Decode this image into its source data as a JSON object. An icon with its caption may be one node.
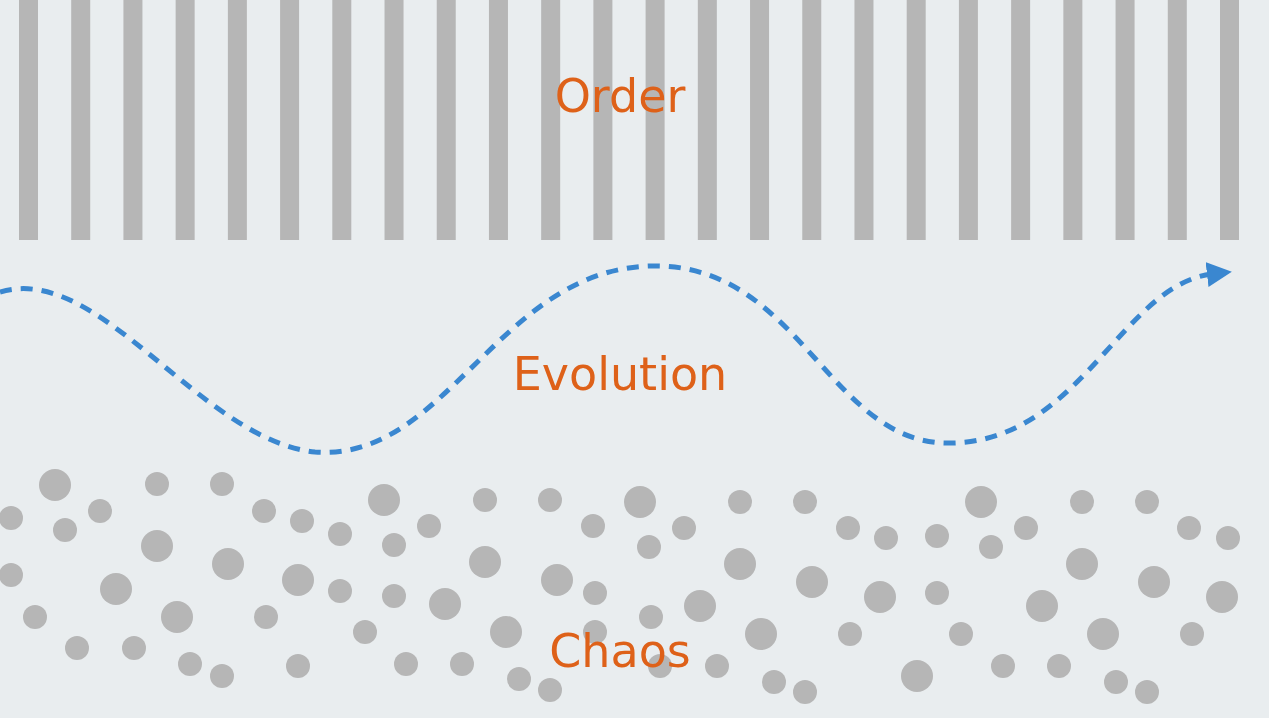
{
  "diagram": {
    "labels": [
      "Order",
      "Evolution",
      "Chaos"
    ]
  }
}
